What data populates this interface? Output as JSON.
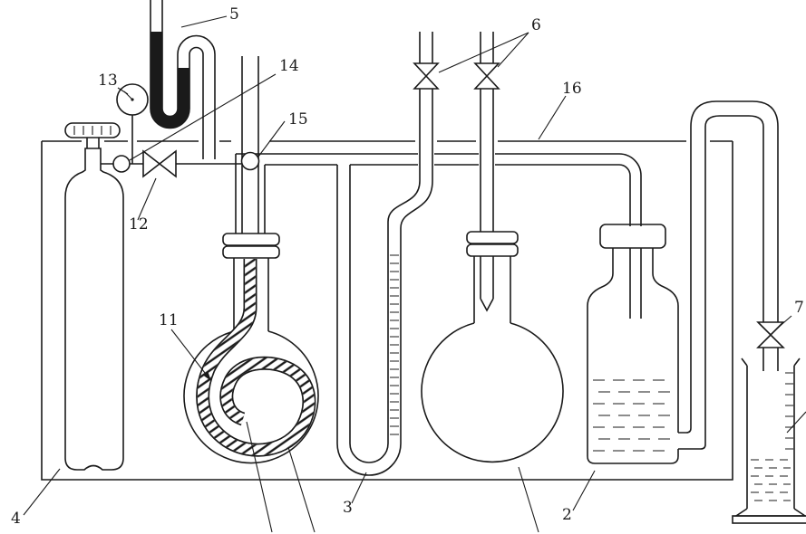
{
  "diagram": {
    "colors": {
      "ink": "#1a1a1a",
      "paper": "#ffffff"
    }
  },
  "labels": {
    "wash_bottle": "2",
    "u_tube_manometer": "3",
    "gas_cylinder": "4",
    "top_manometer": "5",
    "shutoff_valves": "6",
    "outlet_valve": "7",
    "coil": "11",
    "supply_valve": "12",
    "pressure_gauge": "13",
    "regulator": "14",
    "inlet_fitting": "15",
    "housing": "16"
  }
}
